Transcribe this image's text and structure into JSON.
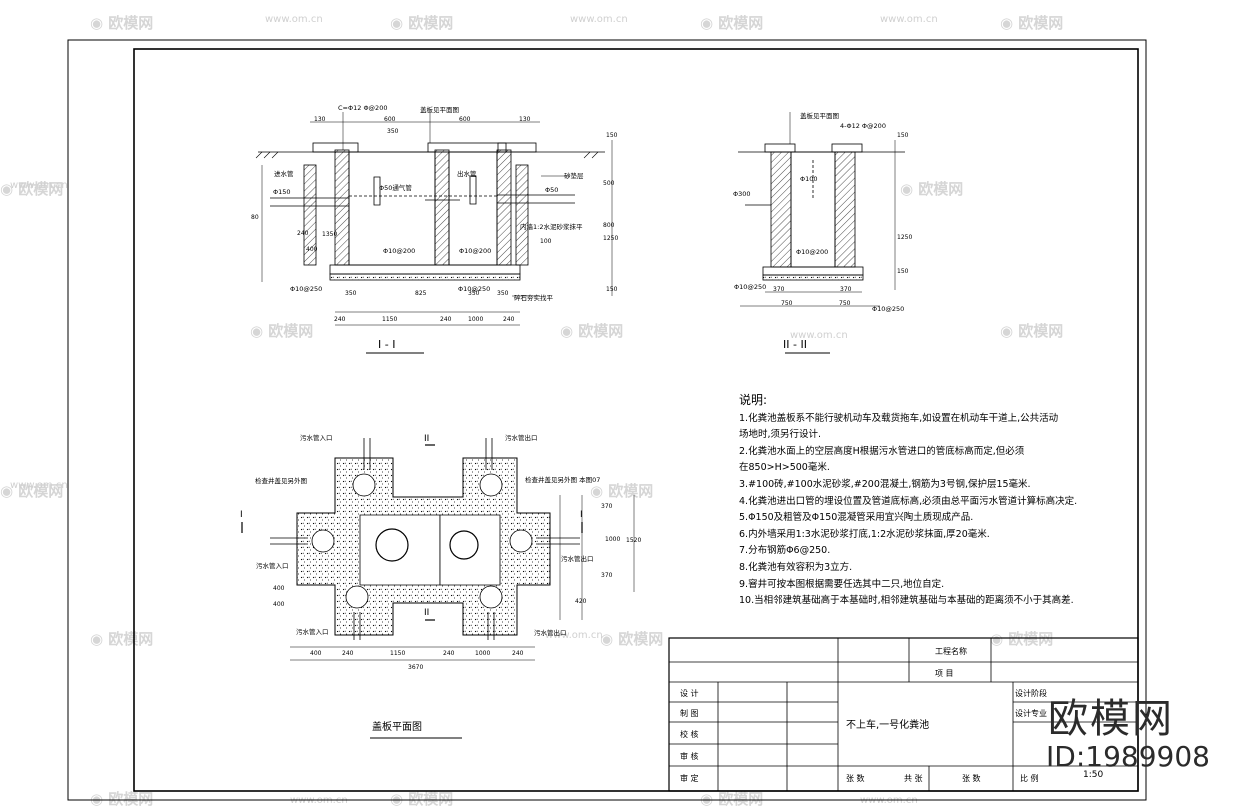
{
  "watermark": {
    "brand": "欧模网",
    "url": "www.om.cn"
  },
  "section_1": {
    "title": "I - I",
    "labels": {
      "cover_plan": "盖板见平面图",
      "rebar_top": "C=Φ12 Φ@200",
      "inlet_pipe": "进水管",
      "outlet_pipe": "出水管",
      "sand_layer": "砂垫层",
      "dia50": "Φ50",
      "dia150": "Φ150",
      "dia50_vent": "Φ50通气管",
      "rebar_bottom_1": "Φ10@200",
      "rebar_bottom_2": "Φ10@200",
      "rebar_bottom_3": "Φ10@250",
      "rebar_bottom_4": "Φ10@250",
      "wall_plaster": "内墙1:2水泥砂浆抹平",
      "gravel": "碎石夯实找平"
    },
    "dims_top": [
      "130",
      "600",
      "350",
      "600",
      "130"
    ],
    "dims_bottom": [
      "240",
      "1150",
      "240",
      "1000",
      "240"
    ],
    "dims_bottom_inner": [
      "350",
      "825",
      "350",
      "350"
    ],
    "dims_left": [
      "80",
      "240",
      "1350",
      "400"
    ],
    "dims_right": [
      "150",
      "500",
      "800",
      "1250",
      "100",
      "150"
    ]
  },
  "section_2": {
    "title": "II - II",
    "labels": {
      "cover_plan": "盖板见平面图",
      "rebar_top": "4-Φ12 Φ@200",
      "dia300": "Φ300",
      "dia100": "Φ100",
      "rebar_mid": "Φ10@200",
      "rebar_left": "Φ10@250",
      "rebar_right": "Φ10@250"
    },
    "dims_bottom": [
      "370",
      "370",
      "750",
      "750"
    ],
    "dims_right": [
      "150",
      "1250",
      "150"
    ]
  },
  "plan": {
    "title": "盖板平面图",
    "labels": {
      "sewage_in_tl": "污水管入口",
      "sewage_out_tr": "污水管出口",
      "manhole_left": "检查井盖见另外图",
      "manhole_right": "检查井盖见另外图  本图07",
      "sewage_in_left": "污水管入口",
      "sewage_out_right": "污水管出口",
      "sewage_in_bl": "污水管入口",
      "sewage_out_br": "污水管出口",
      "mark_2_top": "II",
      "mark_2_bottom": "II",
      "mark_1_left": "I",
      "mark_1_right": "I"
    },
    "dims_bottom": [
      "400",
      "240",
      "1150",
      "240",
      "1000",
      "240"
    ],
    "dims_total": "3670",
    "dims_right": [
      "370",
      "1000",
      "370",
      "1520",
      "420"
    ],
    "dims_left": [
      "400",
      "400"
    ]
  },
  "notes": {
    "heading": "说明:",
    "lines": [
      "1.化粪池盖板系不能行驶机动车及载货拖车,如设置在机动车干道上,公共活动",
      "场地时,须另行设计.",
      "2.化粪池水面上的空层高度H根据污水管进口的管底标高而定,但必须",
      "在850>H>500毫米.",
      "3.#100砖,#100水泥砂浆,#200混凝土,钢筋为3号钢,保护层15毫米.",
      "4.化粪池进出口管的埋设位置及管道底标高,必须由总平面污水管道计算标高决定.",
      "5.Φ150及粗管及Φ150混凝管采用宜兴陶土质现成产品.",
      "6.内外墙采用1:3水泥砂浆打底,1:2水泥砂浆抹面,厚20毫米.",
      "7.分布钢筋Φ6@250.",
      "8.化粪池有效容积为3立方.",
      "9.窨井可按本图根据需要任选其中二只,地位自定.",
      "10.当相邻建筑基础高于本基础时,相邻建筑基础与本基础的距离须不小于其高差."
    ]
  },
  "title_block": {
    "project_name": "工程名称",
    "item": "项 目",
    "drawing_title": "不上车,一号化粪池",
    "design_stage": "设计阶段",
    "design_major": "设计专业",
    "roles": [
      "设 计",
      "制 图",
      "校 核",
      "审 核",
      "审 定"
    ],
    "bottom_fields": [
      "张 数",
      "共 张",
      "张 数",
      "比 例"
    ],
    "scale": "1:50"
  },
  "brand_mark": {
    "name": "欧模网",
    "id": "ID:1989908"
  }
}
